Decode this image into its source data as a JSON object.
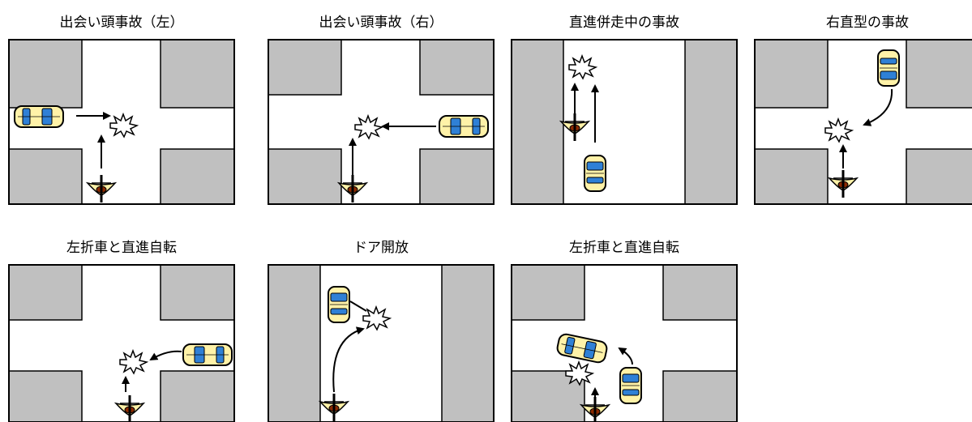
{
  "panels": [
    {
      "title": "出会い頭事故（左）"
    },
    {
      "title": "出会い頭事故（右）"
    },
    {
      "title": "直進併走中の事故"
    },
    {
      "title": "右直型の事故"
    },
    {
      "title": "左折車と直進自転"
    },
    {
      "title": "ドア開放"
    },
    {
      "title": "左折車と直進自転"
    }
  ],
  "colors": {
    "block": "#c0c0c0",
    "car_body": "#fff2a8",
    "car_glass": "#2f80d6",
    "bicycle": "#8b2a00",
    "outline": "#000000"
  }
}
